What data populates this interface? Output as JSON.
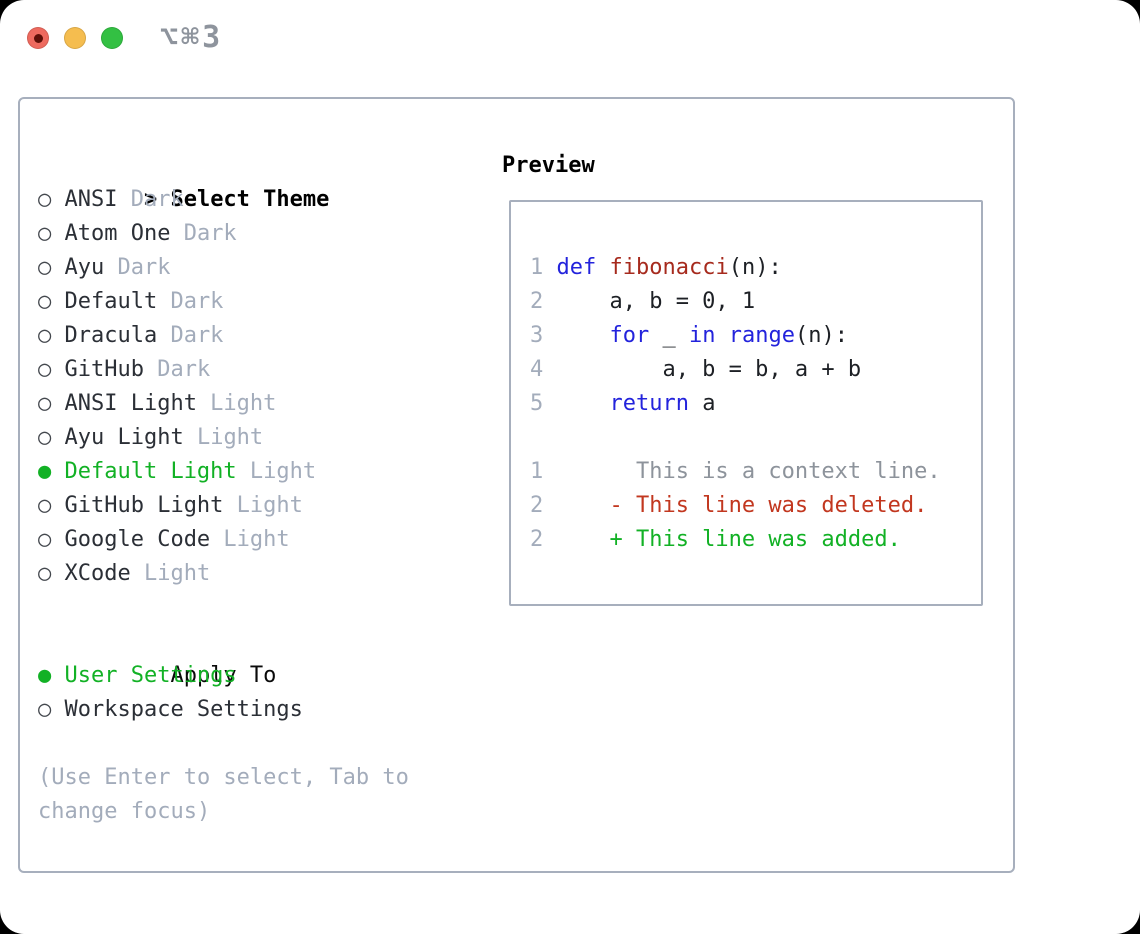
{
  "titlebar": {
    "shortcut_label": "⌥⌘3"
  },
  "panel": {
    "title_prefix": ">",
    "title": "Select Theme",
    "bullet_unselected": "○",
    "bullet_selected": "●",
    "themes": [
      {
        "name": "ANSI",
        "variant": "Dark",
        "selected": false
      },
      {
        "name": "Atom One",
        "variant": "Dark",
        "selected": false
      },
      {
        "name": "Ayu",
        "variant": "Dark",
        "selected": false
      },
      {
        "name": "Default",
        "variant": "Dark",
        "selected": false
      },
      {
        "name": "Dracula",
        "variant": "Dark",
        "selected": false
      },
      {
        "name": "GitHub",
        "variant": "Dark",
        "selected": false
      },
      {
        "name": "ANSI Light",
        "variant": "Light",
        "selected": false
      },
      {
        "name": "Ayu Light",
        "variant": "Light",
        "selected": false
      },
      {
        "name": "Default Light",
        "variant": "Light",
        "selected": true
      },
      {
        "name": "GitHub Light",
        "variant": "Light",
        "selected": false
      },
      {
        "name": "Google Code",
        "variant": "Light",
        "selected": false
      },
      {
        "name": "XCode",
        "variant": "Light",
        "selected": false
      }
    ],
    "apply_to": {
      "label": "Apply To",
      "options": [
        {
          "label": "User Settings",
          "selected": true
        },
        {
          "label": "Workspace Settings",
          "selected": false
        }
      ]
    },
    "hint_lines": [
      "(Use Enter to select, Tab to",
      "change focus)"
    ]
  },
  "preview": {
    "title": "Preview",
    "lines": [
      {
        "ln": "1",
        "segments": [
          {
            "t": "def",
            "c": "kw"
          },
          {
            "t": " ",
            "c": "pl"
          },
          {
            "t": "fibonacci",
            "c": "fn"
          },
          {
            "t": "(n):",
            "c": "pl"
          }
        ]
      },
      {
        "ln": "2",
        "segments": [
          {
            "t": "    a, b = 0, 1",
            "c": "pl"
          }
        ]
      },
      {
        "ln": "3",
        "segments": [
          {
            "t": "    ",
            "c": "pl"
          },
          {
            "t": "for",
            "c": "kw"
          },
          {
            "t": " _ ",
            "c": "pl"
          },
          {
            "t": "in",
            "c": "kw"
          },
          {
            "t": " ",
            "c": "pl"
          },
          {
            "t": "range",
            "c": "kw"
          },
          {
            "t": "(n):",
            "c": "pl"
          }
        ]
      },
      {
        "ln": "4",
        "segments": [
          {
            "t": "        a, b = b, a + b",
            "c": "pl"
          }
        ]
      },
      {
        "ln": "5",
        "segments": [
          {
            "t": "    ",
            "c": "pl"
          },
          {
            "t": "return",
            "c": "kw"
          },
          {
            "t": " a",
            "c": "pl"
          }
        ]
      },
      {
        "ln": "",
        "segments": []
      },
      {
        "ln": "1",
        "segments": [
          {
            "t": "      This is a context line.",
            "c": "ctx"
          }
        ]
      },
      {
        "ln": "2",
        "segments": [
          {
            "t": "    - This line was deleted.",
            "c": "del"
          }
        ]
      },
      {
        "ln": "2",
        "segments": [
          {
            "t": "    + This line was added.",
            "c": "add"
          }
        ]
      }
    ]
  },
  "colors": {
    "accent_green": "#12b125",
    "keyword_blue": "#2323dc",
    "function_red": "#a62a1d",
    "deleted_red": "#c2371f",
    "added_green": "#12b125",
    "context_gray": "#8d939b",
    "line_number_gray": "#a3acbb",
    "muted_gray": "#a3acbb",
    "ink": "#2b2f36",
    "code_ink": "#1d2025",
    "bullet_gray": "#43474d",
    "shortcut_gray": "#8e949d",
    "traffic_red": "#ee6a5f",
    "traffic_yellow": "#f5bd4f",
    "traffic_green": "#33c043"
  }
}
